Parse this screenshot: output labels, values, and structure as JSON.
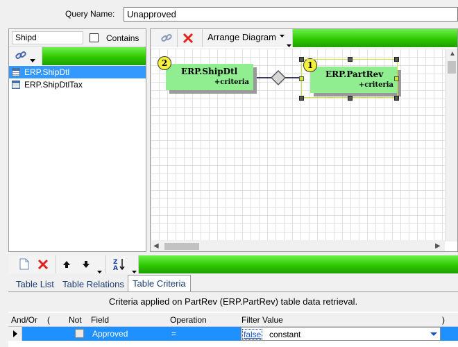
{
  "query": {
    "label": "Query Name:",
    "value": "Unapproved"
  },
  "left_panel": {
    "search_value": "Shipd",
    "contains_label": "Contains",
    "contains_checked": false,
    "tables": [
      {
        "label": "ERP.ShipDtl",
        "selected": true
      },
      {
        "label": "ERP.ShipDtlTax",
        "selected": false
      }
    ]
  },
  "diagram": {
    "toolbar": {
      "link_icon": "link-icon",
      "delete_icon": "red-x-icon",
      "arrange_label": "Arrange Diagram"
    },
    "tables": [
      {
        "name": "ERP.ShipDtl",
        "number": "2",
        "criteria": "+criteria"
      },
      {
        "name": "ERP.PartRev",
        "number": "1",
        "criteria": "+criteria"
      }
    ]
  },
  "bottom": {
    "toolbar_icons": [
      "new-icon",
      "delete-icon",
      "move-up-icon",
      "move-down-icon",
      "sort-icon"
    ],
    "tabs": [
      {
        "label": "Table List"
      },
      {
        "label": "Table Relations"
      },
      {
        "label": "Table Criteria",
        "active": true
      }
    ],
    "caption": "Criteria applied on PartRev (ERP.PartRev)  table data retrieval.",
    "columns": {
      "and_or": "And/Or",
      "open_paren": "(",
      "not": "Not",
      "field": "Field",
      "operation": "Operation",
      "filter_value": "Filter Value",
      "close_paren": ")"
    },
    "rows": [
      {
        "field": "Approved",
        "operation": "=",
        "filter_value": "false",
        "filter_type": "constant"
      }
    ]
  },
  "colors": {
    "toolbar_green": "#2ec800",
    "selection_blue": "#3399ff",
    "table_box": "#90ee90",
    "badge_yellow": "#f5ef3e"
  }
}
